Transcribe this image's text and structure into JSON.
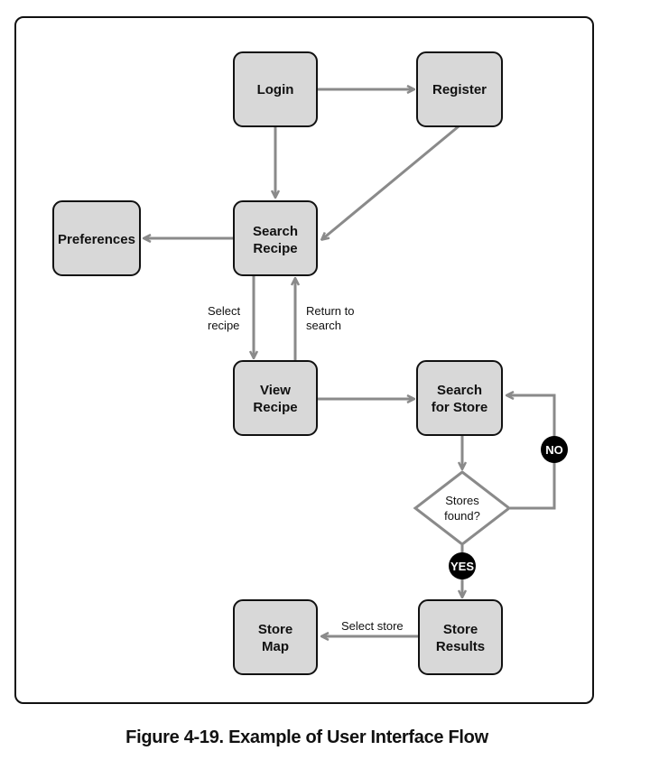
{
  "nodes": {
    "login": "Login",
    "register": "Register",
    "search_recipe": [
      "Search",
      "Recipe"
    ],
    "preferences": "Preferences",
    "view_recipe": [
      "View",
      "Recipe"
    ],
    "search_store": [
      "Search",
      "for Store"
    ],
    "stores_found": [
      "Stores",
      "found?"
    ],
    "store_results": [
      "Store",
      "Results"
    ],
    "store_map": [
      "Store",
      "Map"
    ]
  },
  "edge_labels": {
    "select_recipe": [
      "Select",
      "recipe"
    ],
    "return_search": [
      "Return to",
      "search"
    ],
    "select_store": "Select store"
  },
  "badges": {
    "no": "NO",
    "yes": "YES"
  },
  "caption": "Figure 4-19. Example of User Interface Flow"
}
